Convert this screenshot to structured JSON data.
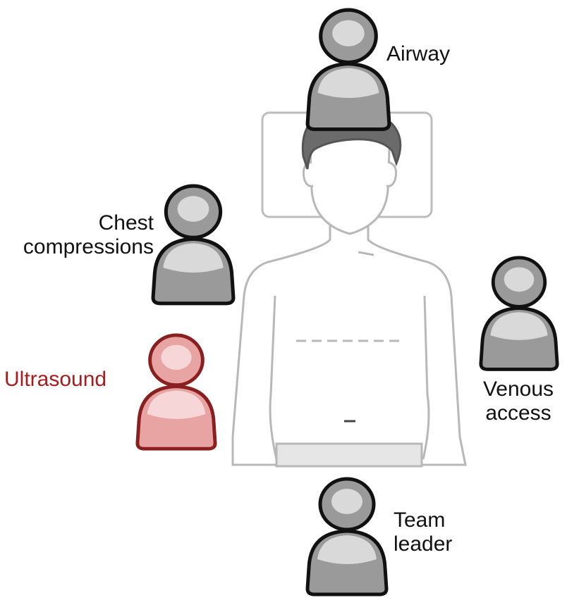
{
  "roles": {
    "airway": {
      "lines": [
        "Airway"
      ],
      "color": "#111111"
    },
    "chest_compressions": {
      "lines": [
        "Chest",
        "compressions"
      ],
      "color": "#111111"
    },
    "ultrasound": {
      "lines": [
        "Ultrasound"
      ],
      "color": "#a51d1d"
    },
    "venous_access": {
      "lines": [
        "Venous",
        "access"
      ],
      "color": "#111111"
    },
    "team_leader": {
      "lines": [
        "Team",
        "leader"
      ],
      "color": "#111111"
    }
  },
  "colors": {
    "person_body": "#9a9a9a",
    "person_highlight": "#d9d9d9",
    "person_outline": "#111111",
    "ultrasound_body": "#e8a3a3",
    "ultrasound_highlight": "#f6d6d6",
    "ultrasound_outline": "#8a1f1f",
    "patient_outline": "#b8b8b8",
    "hair": "#6b6b6b"
  }
}
